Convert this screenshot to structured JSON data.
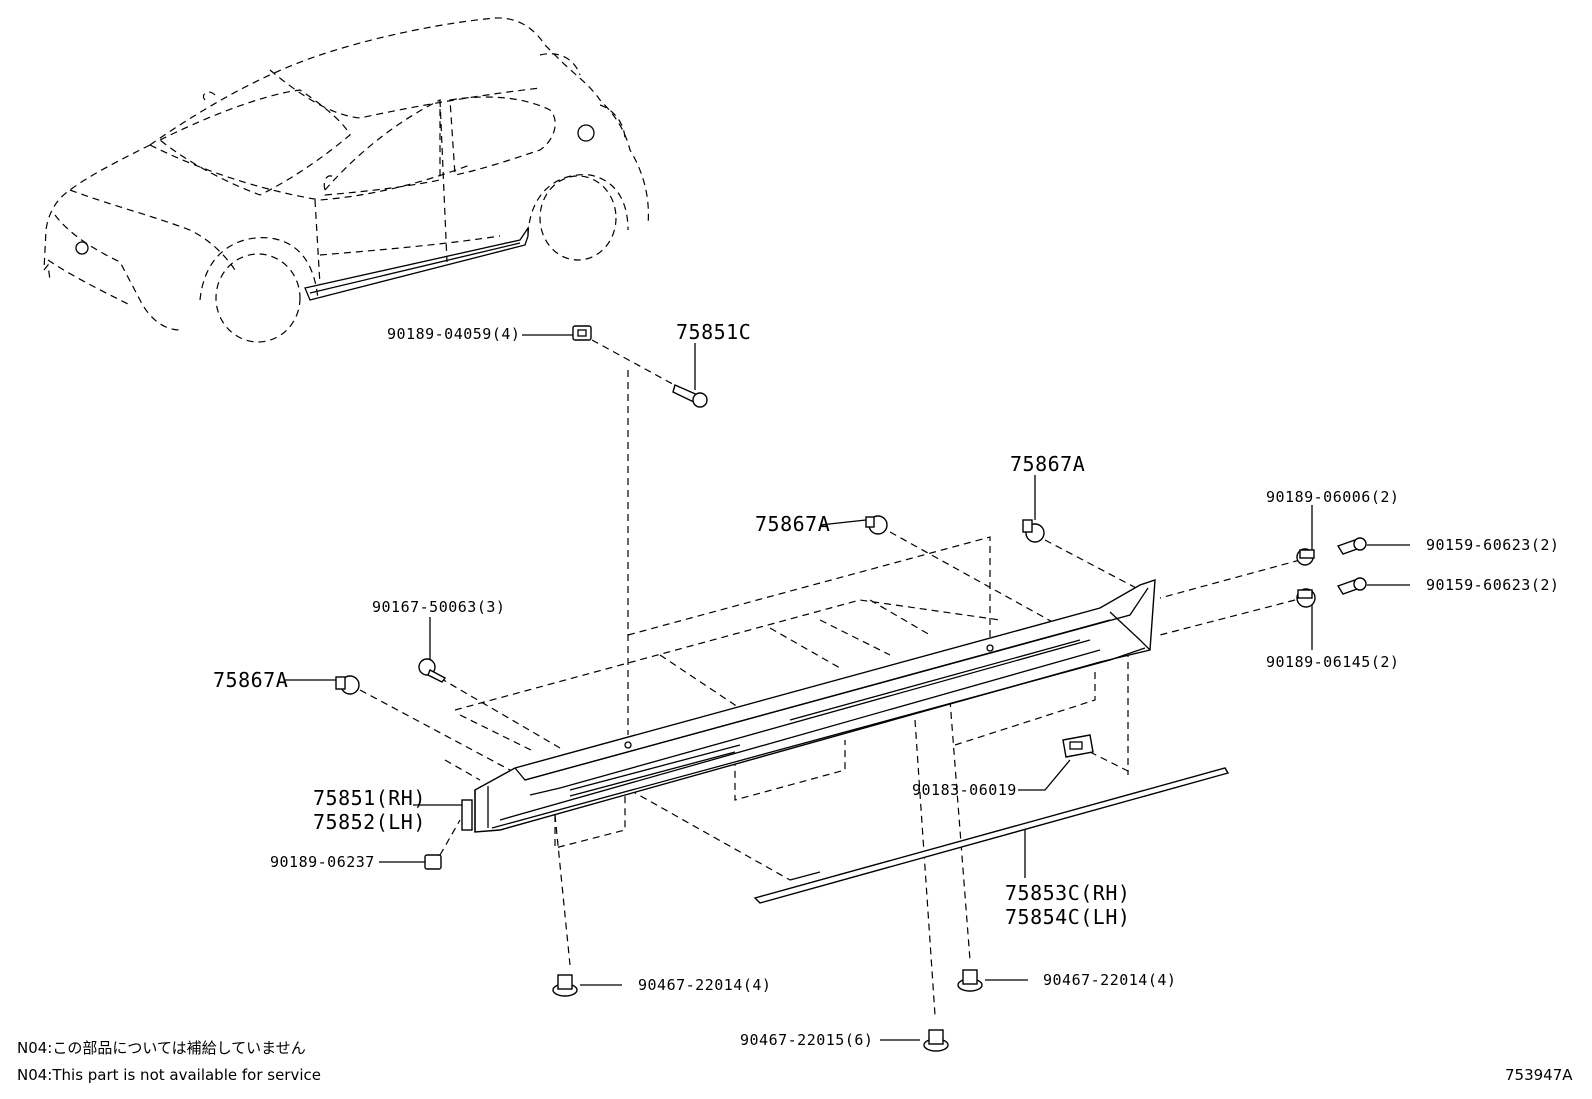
{
  "diagram": {
    "labels": {
      "p90189_04059": "90189-04059(4)",
      "p75851C": "75851C",
      "p75867A_top": "75867A",
      "p75867A_mid": "75867A",
      "p75867A_left": "75867A",
      "p90189_06006": "90189-06006(2)",
      "p90159_60623_a": "90159-60623(2)",
      "p90159_60623_b": "90159-60623(2)",
      "p90189_06145": "90189-06145(2)",
      "p90167_50063": "90167-50063(3)",
      "p75851_rh": "75851(RH)",
      "p75852_lh": "75852(LH)",
      "p90183_06019": "90183-06019",
      "p90189_06237": "90189-06237",
      "p75853C_rh": "75853C(RH)",
      "p75854C_lh": "75854C(LH)",
      "p90467_22014_a": "90467-22014(4)",
      "p90467_22014_b": "90467-22014(4)",
      "p90467_22015": "90467-22015(6)"
    },
    "notes": {
      "jp": "N04:この部品については補給していません",
      "en": "N04:This part is not available for service"
    },
    "reference_code": "753947A"
  }
}
